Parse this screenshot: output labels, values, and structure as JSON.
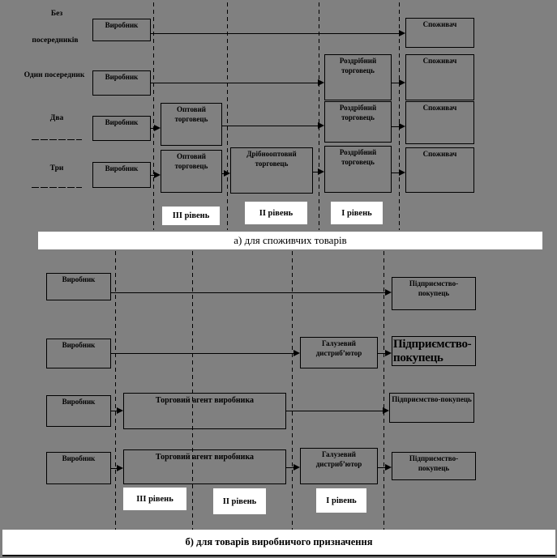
{
  "colors": {
    "background": "#808080",
    "line": "#000000",
    "label_background": "#ffffff"
  },
  "captions": {
    "a": "а) для споживчих товарів",
    "b": "б) для товарів виробничого призначення"
  },
  "row_labels": {
    "no_intermediary_line1": "Без",
    "no_intermediary_line2": "посередників",
    "one_intermediary": "Один посередник",
    "two": "Два",
    "three": "Три"
  },
  "levels": {
    "l3": "III рівень",
    "l2": "II рівень",
    "l1": "I рівень"
  },
  "nodes": {
    "producer": "Виробник",
    "consumer": "Споживач",
    "wholesaler": "Оптовий торговець",
    "small_wholesaler": "Дрібнооптовий торговець",
    "retailer": "Роздрібний торговець",
    "sales_agent": "Торговий агент виробника",
    "industry_distributor": "Галузевий дистриб’ютор",
    "enterprise_buyer": "Підприємство-покупець"
  }
}
